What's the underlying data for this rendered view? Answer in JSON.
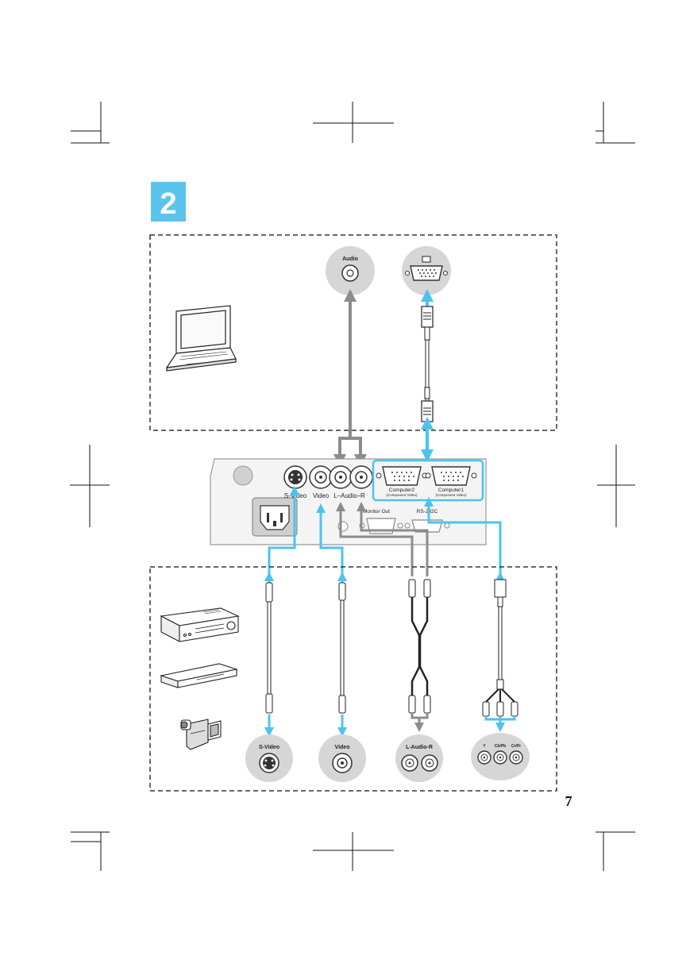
{
  "page": {
    "step_number": "2",
    "page_number": "7"
  },
  "colors": {
    "step_badge": "#5bc4ee",
    "cable_blue": "#4cc3ef",
    "cable_gray": "#8c8c8c",
    "port_bubble": "#d6d6d6"
  },
  "computer_ports": {
    "audio_label": "Audio",
    "monitor_icon": "monitor-icon"
  },
  "projector": {
    "svideo_label": "S-Video",
    "video_label": "Video",
    "audio_label": "L–Audio–R",
    "computer2_label": "Computer2",
    "computer2_sub": "(Component Video)",
    "computer1_label": "Computer1",
    "computer1_sub": "(Component Video)",
    "monitor_out_label": "Monitor Out",
    "rs232c_label": "RS-232C"
  },
  "video_ports": {
    "svideo_label": "S-Video",
    "video_label": "Video",
    "audio_label": "L-Audio-R",
    "y_label": "Y",
    "cb_label": "Cb/Pb",
    "cr_label": "Cr/Pr"
  },
  "devices": [
    "laptop-icon",
    "vcr-icon",
    "dvd-player-icon",
    "camcorder-icon"
  ]
}
